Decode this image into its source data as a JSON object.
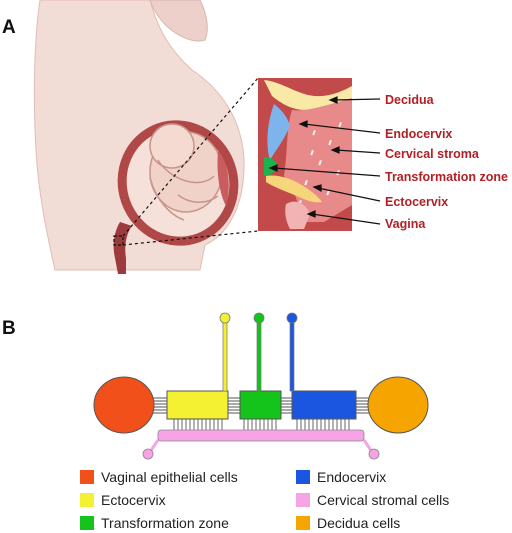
{
  "panel_a": {
    "label": "A",
    "callouts": [
      "Decidua",
      "Endocervix",
      "Cervical stroma",
      "Transformation zone",
      "Ectocervix",
      "Vagina"
    ]
  },
  "panel_b": {
    "label": "B",
    "legend": [
      {
        "label": "Vaginal epithelial cells",
        "color": "#f2501a"
      },
      {
        "label": "Endocervix",
        "color": "#1b56e0"
      },
      {
        "label": "Ectocervix",
        "color": "#f4f032"
      },
      {
        "label": "Cervical stromal cells",
        "color": "#f6a4e6"
      },
      {
        "label": "Transformation zone",
        "color": "#14c41a"
      },
      {
        "label": "Decidua cells",
        "color": "#f6a400"
      }
    ]
  }
}
